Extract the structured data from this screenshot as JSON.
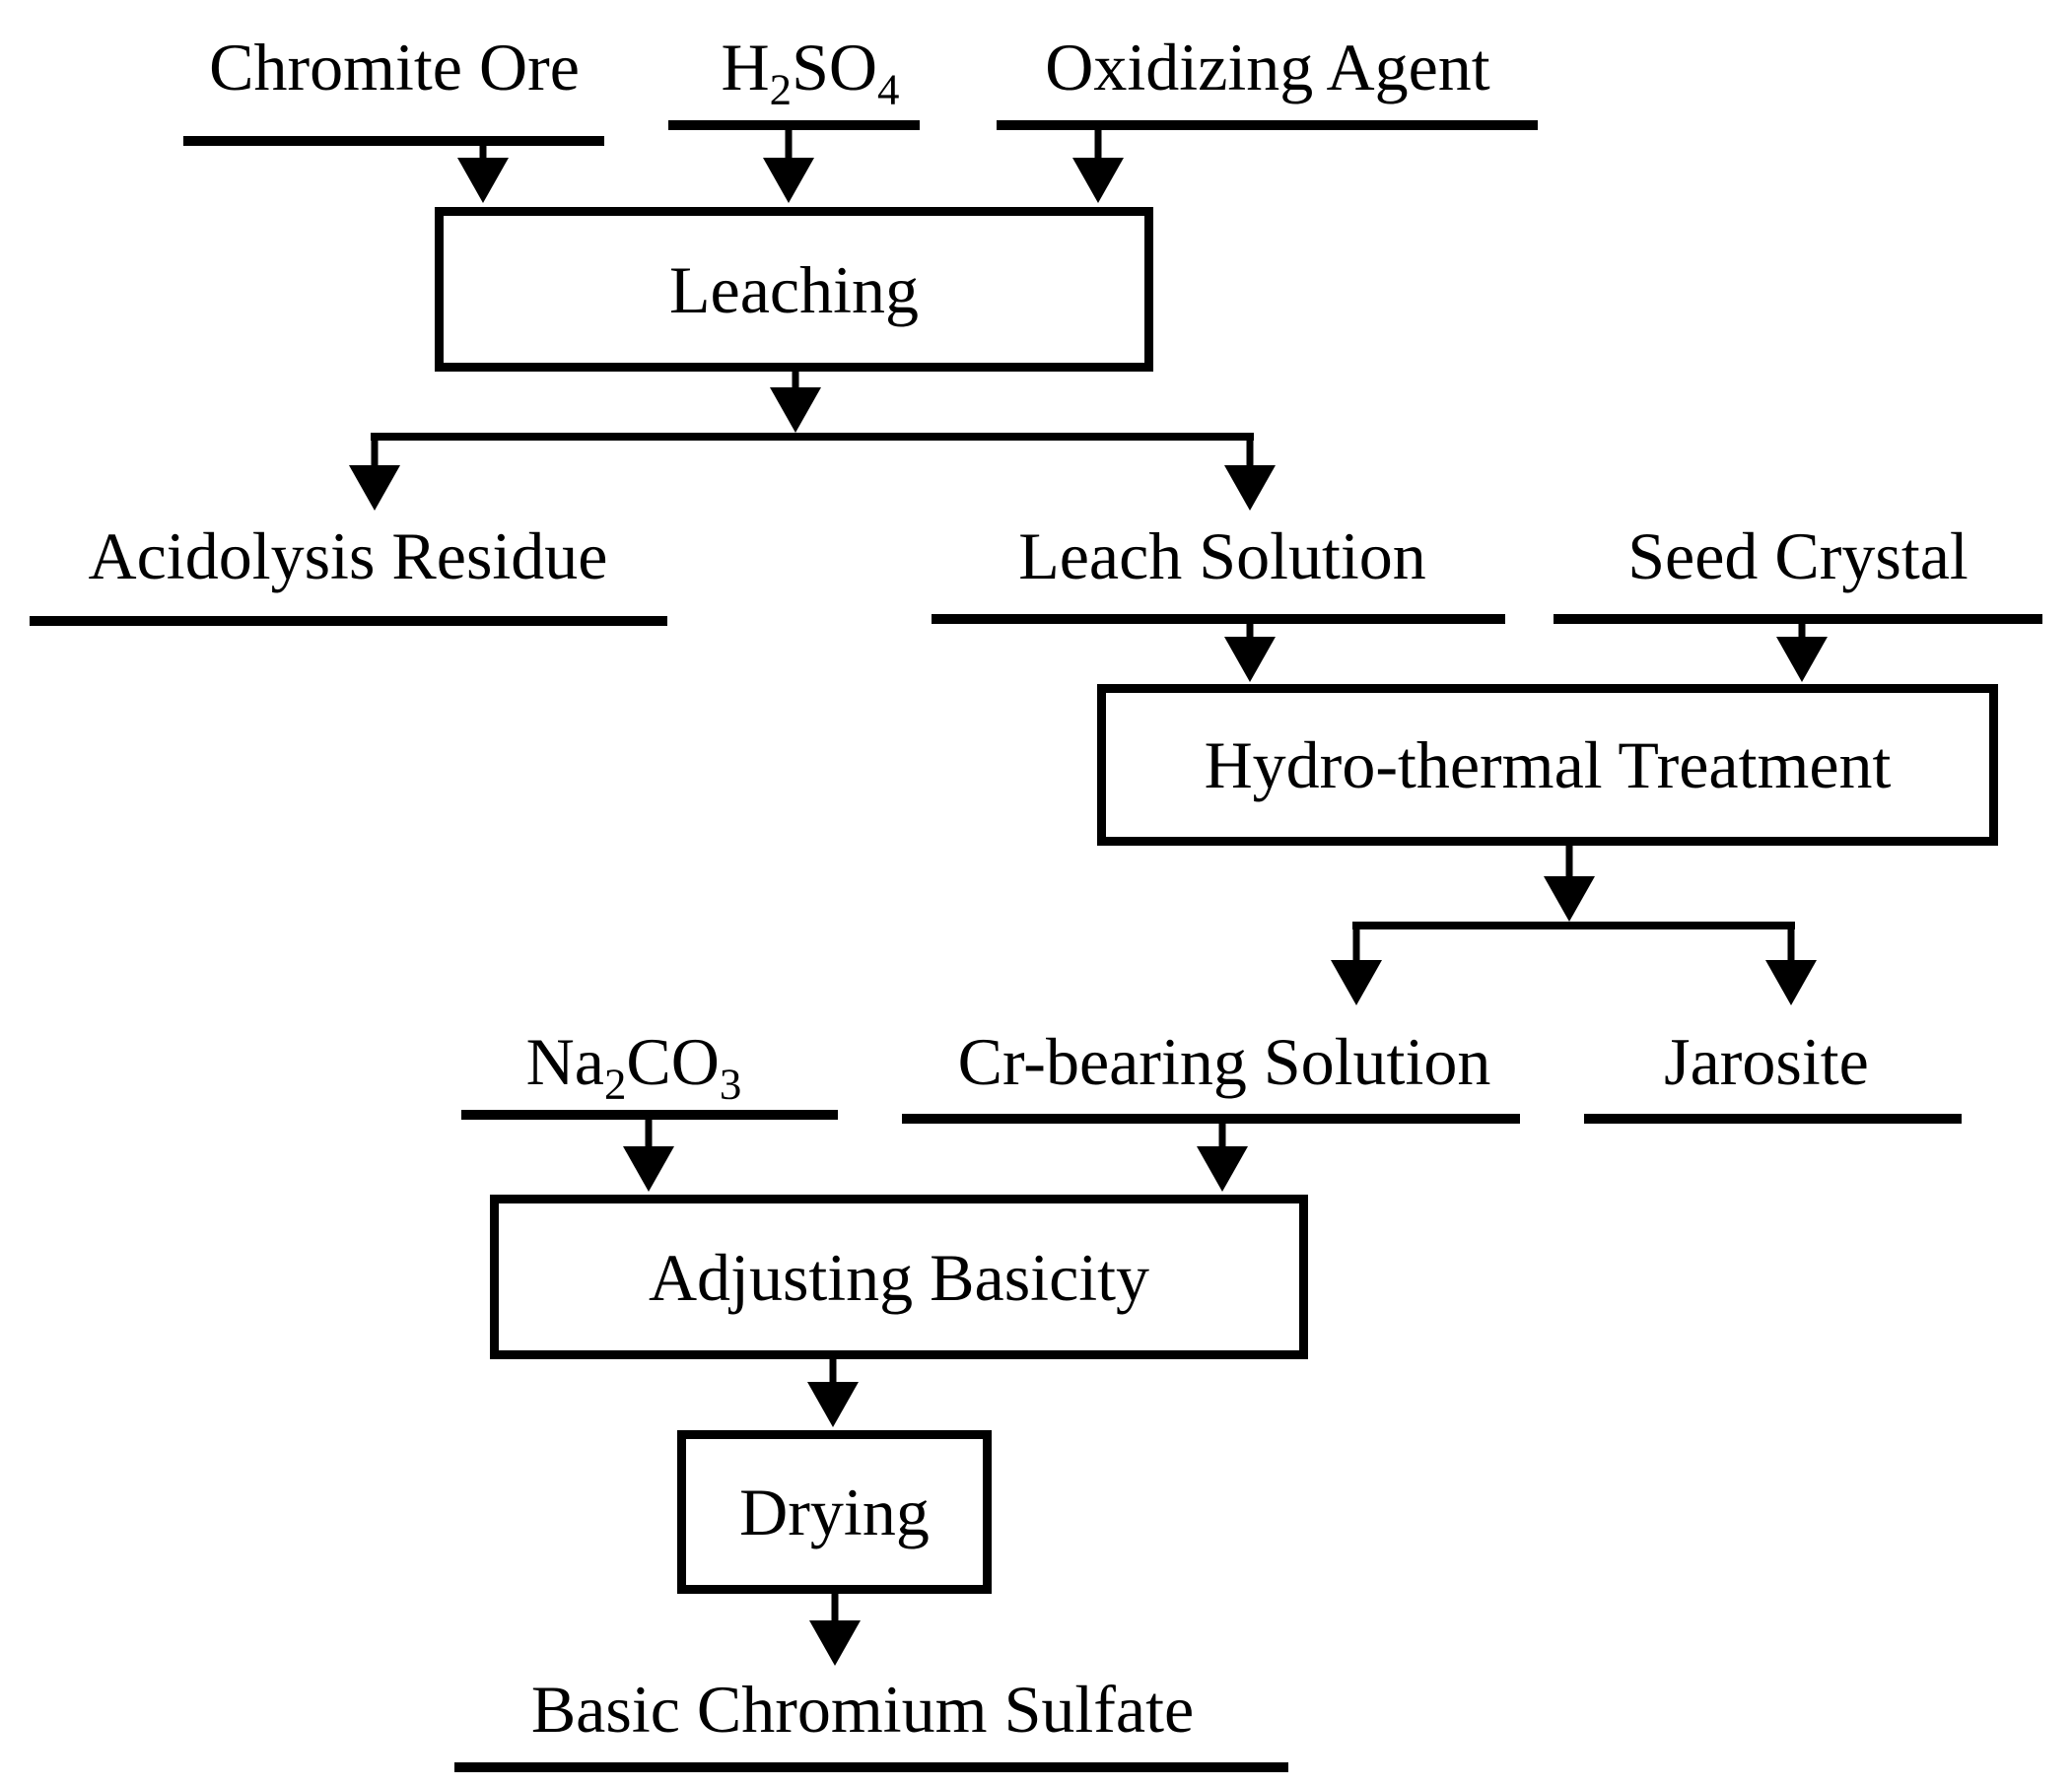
{
  "colors": {
    "ink": "#000000",
    "background": "#ffffff"
  },
  "streams": {
    "chromite_ore": {
      "label": "Chromite Ore"
    },
    "h2so4": {
      "formula": [
        {
          "t": "H"
        },
        {
          "t": "2",
          "sub": true
        },
        {
          "t": "SO"
        },
        {
          "t": "4",
          "sub": true
        }
      ]
    },
    "oxidizing_agent": {
      "label": "Oxidizing Agent"
    },
    "acidolysis_residue": {
      "label": "Acidolysis Residue"
    },
    "leach_solution": {
      "label": "Leach Solution"
    },
    "seed_crystal": {
      "label": "Seed Crystal"
    },
    "na2co3": {
      "formula": [
        {
          "t": "Na"
        },
        {
          "t": "2",
          "sub": true
        },
        {
          "t": "CO"
        },
        {
          "t": "3",
          "sub": true
        }
      ]
    },
    "cr_bearing_solution": {
      "label": "Cr-bearing Solution"
    },
    "jarosite": {
      "label": "Jarosite"
    },
    "basic_chromium_sulfate": {
      "label": "Basic Chromium Sulfate"
    }
  },
  "processes": {
    "leaching": {
      "label": "Leaching"
    },
    "hydrothermal_treatment": {
      "label": "Hydro-thermal Treatment"
    },
    "adjusting_basicity": {
      "label": "Adjusting Basicity"
    },
    "drying": {
      "label": "Drying"
    }
  },
  "flows": [
    {
      "from": "Chromite Ore",
      "to": "Leaching"
    },
    {
      "from": "H2SO4",
      "to": "Leaching"
    },
    {
      "from": "Oxidizing Agent",
      "to": "Leaching"
    },
    {
      "from": "Leaching",
      "to": "Acidolysis Residue"
    },
    {
      "from": "Leaching",
      "to": "Leach Solution"
    },
    {
      "from": "Leach Solution",
      "to": "Hydro-thermal Treatment"
    },
    {
      "from": "Seed Crystal",
      "to": "Hydro-thermal Treatment"
    },
    {
      "from": "Hydro-thermal Treatment",
      "to": "Cr-bearing Solution"
    },
    {
      "from": "Hydro-thermal Treatment",
      "to": "Jarosite"
    },
    {
      "from": "Na2CO3",
      "to": "Adjusting Basicity"
    },
    {
      "from": "Cr-bearing Solution",
      "to": "Adjusting Basicity"
    },
    {
      "from": "Adjusting Basicity",
      "to": "Drying"
    },
    {
      "from": "Drying",
      "to": "Basic Chromium Sulfate"
    }
  ]
}
